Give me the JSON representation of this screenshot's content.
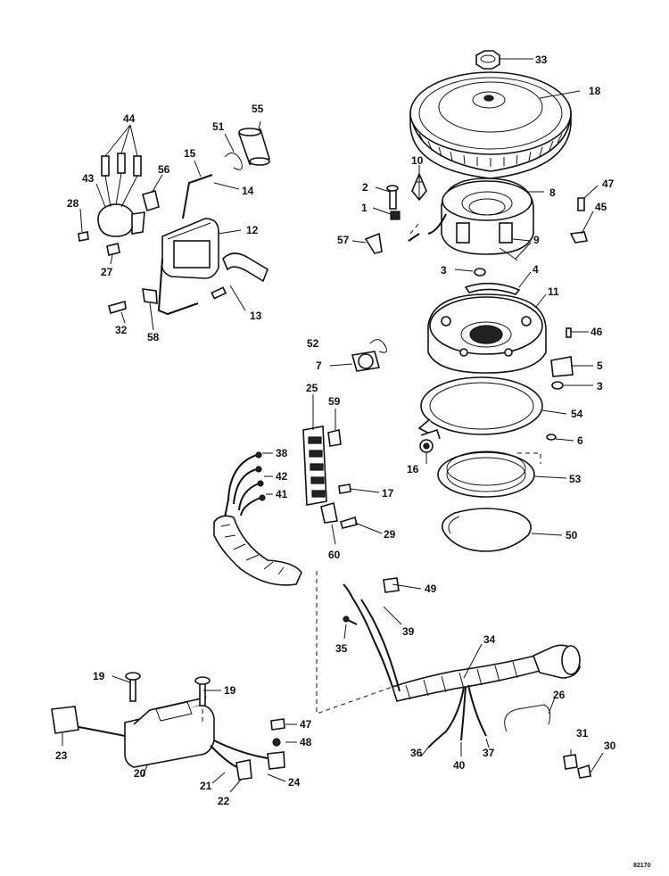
{
  "diagram": {
    "drawing_code": "82170",
    "callouts": [
      "33",
      "18",
      "10",
      "2",
      "1",
      "8",
      "47",
      "45",
      "57",
      "9",
      "3",
      "4",
      "11",
      "46",
      "52",
      "7",
      "5",
      "3",
      "54",
      "6",
      "16",
      "53",
      "50",
      "44",
      "55",
      "51",
      "15",
      "14",
      "56",
      "28",
      "43",
      "12",
      "27",
      "13",
      "58",
      "32",
      "25",
      "59",
      "38",
      "42",
      "41",
      "17",
      "29",
      "60",
      "49",
      "39",
      "35",
      "34",
      "26",
      "19",
      "19",
      "47",
      "48",
      "23",
      "20",
      "21",
      "22",
      "24",
      "36",
      "40",
      "37",
      "31",
      "30"
    ]
  }
}
